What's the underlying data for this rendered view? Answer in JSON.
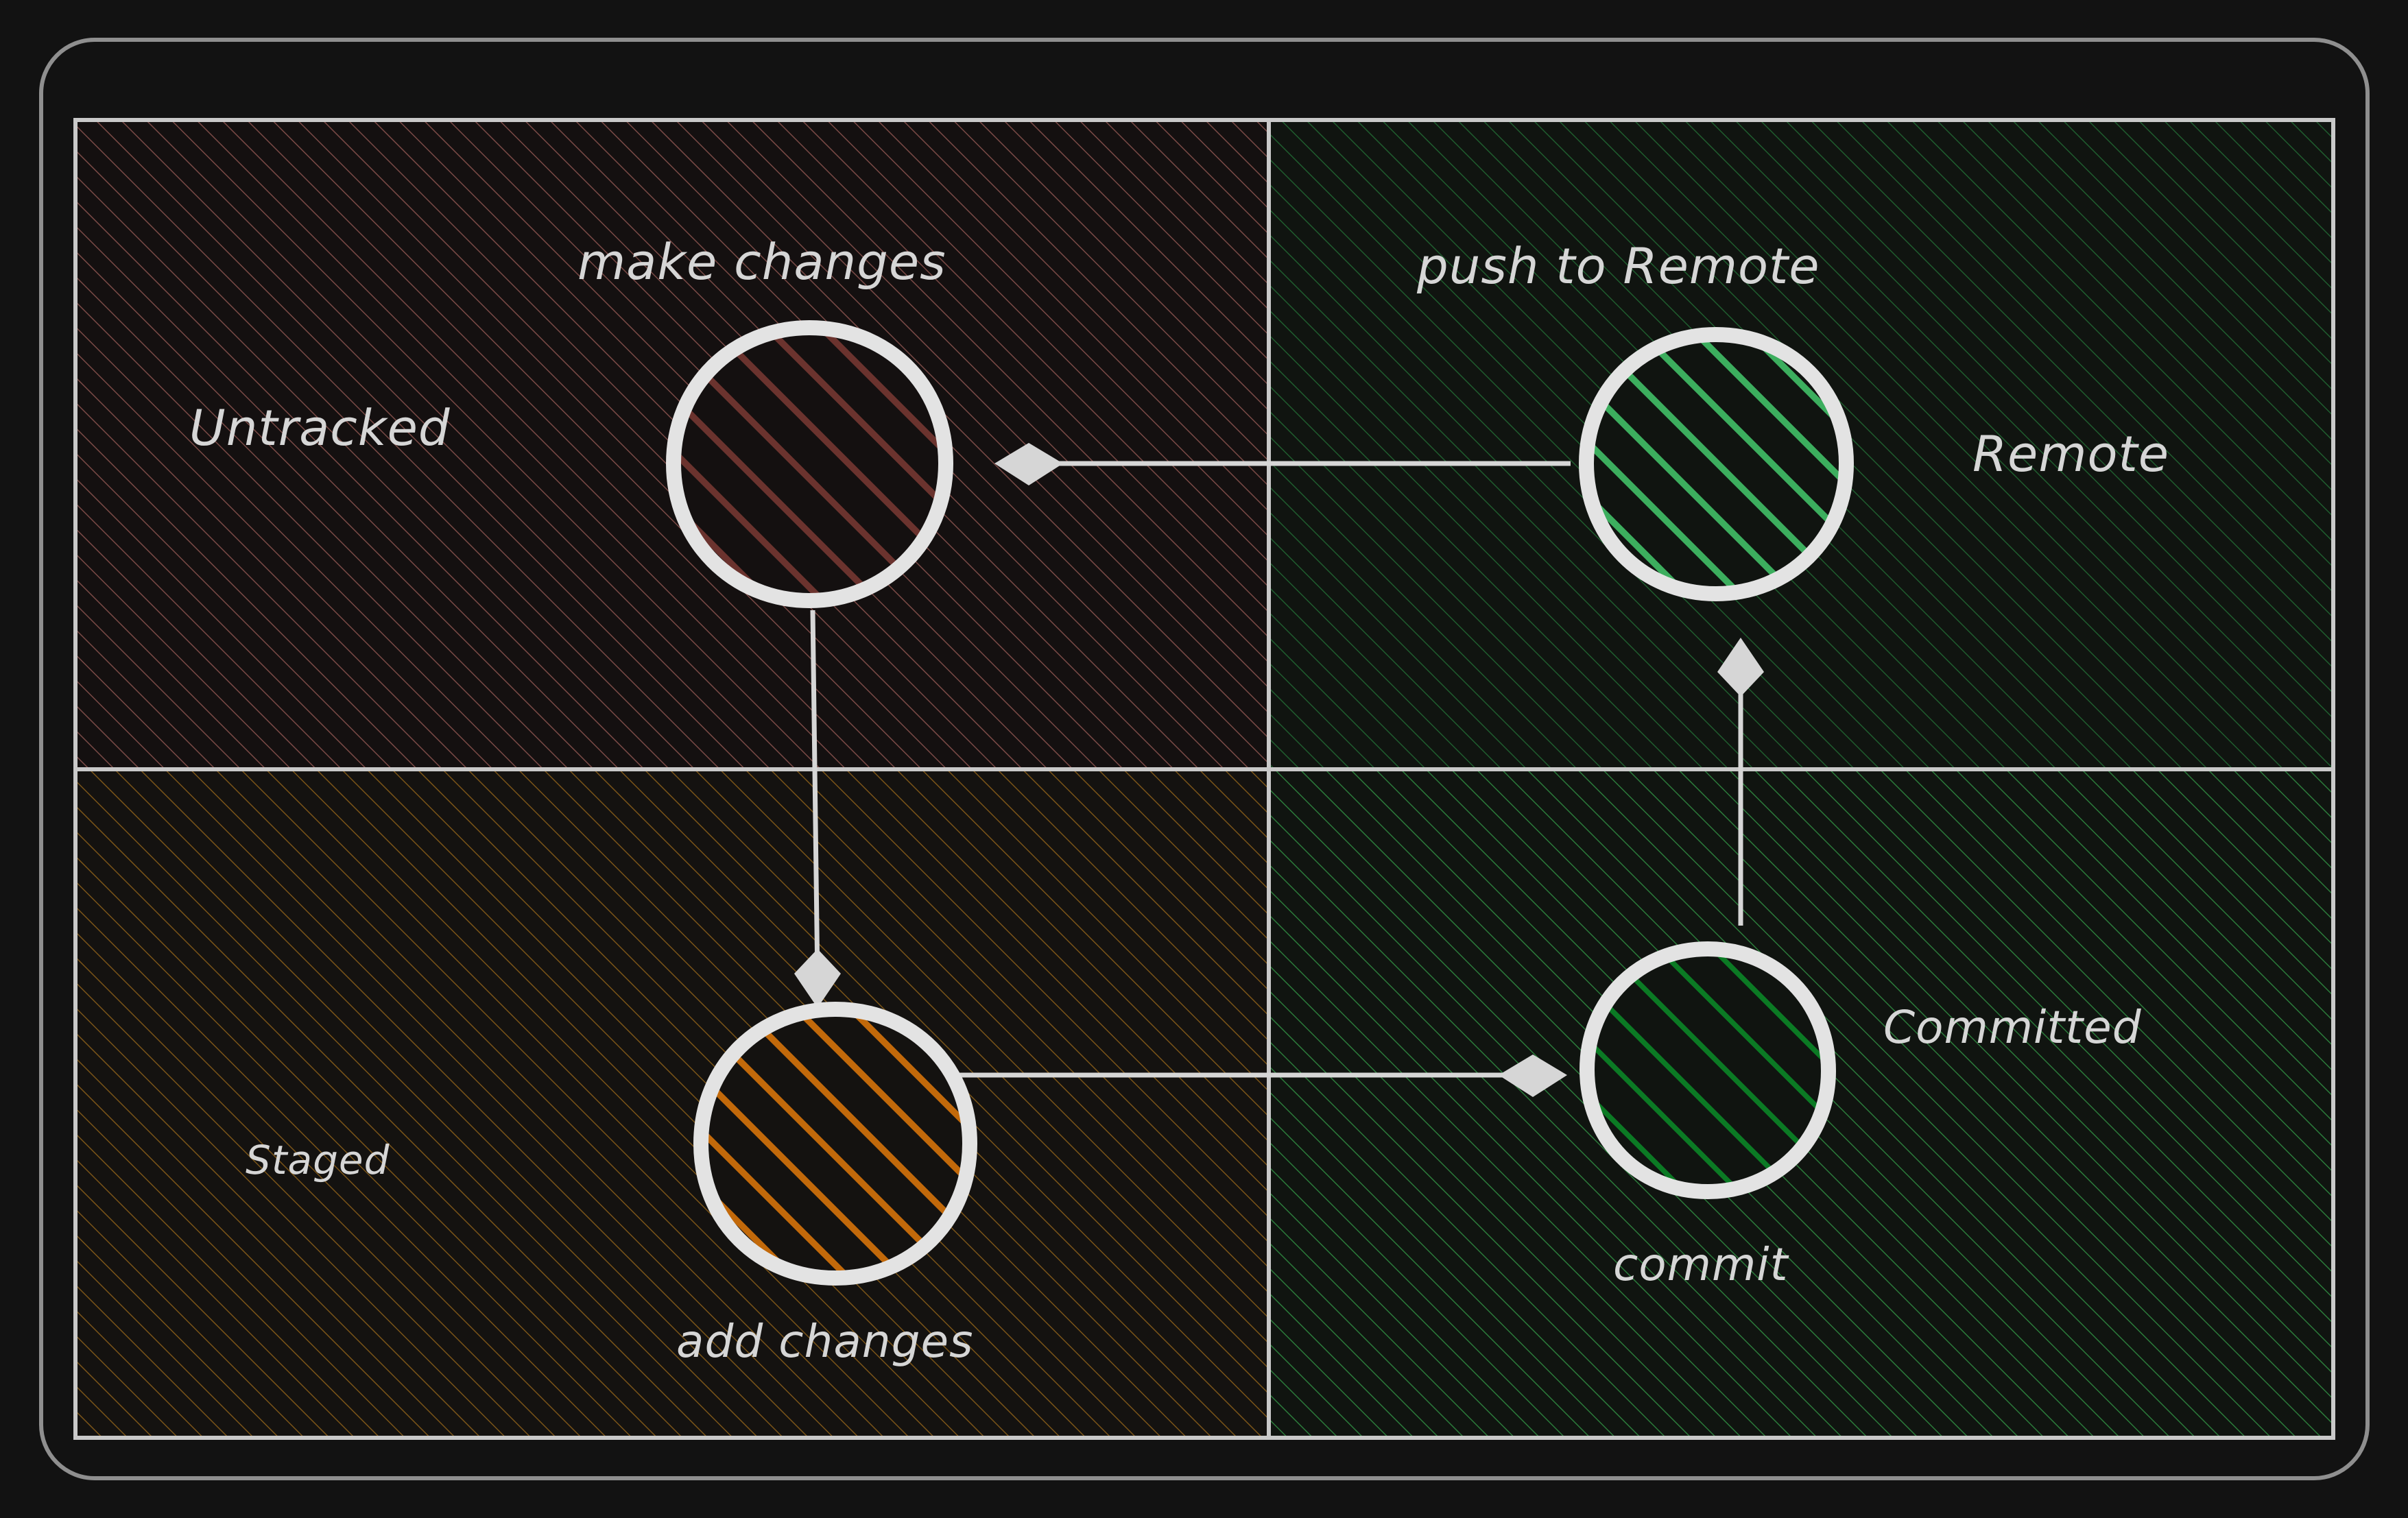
{
  "diagram": {
    "title": "Git file lifecycle quadrant diagram",
    "background_color": "#121212",
    "frame_color": "#9a9a9a",
    "grid_line_color": "#c9c9c9",
    "text_color": "#d6d6d6",
    "edge_color": "#d6d6d6"
  },
  "quadrants": [
    {
      "id": "untracked",
      "label": "Untracked",
      "position": "top-left",
      "hatch_color": "#7a4a46",
      "fill_color": "#171313"
    },
    {
      "id": "remote",
      "label": "Remote",
      "position": "top-right",
      "hatch_color": "#1f5c2e",
      "fill_color": "#111711"
    },
    {
      "id": "staged",
      "label": "Staged",
      "position": "bottom-left",
      "hatch_color": "#7a5418",
      "fill_color": "#171411"
    },
    {
      "id": "committed",
      "label": "Committed",
      "position": "bottom-right",
      "hatch_color": "#2b7a3a",
      "fill_color": "#111711"
    }
  ],
  "nodes": [
    {
      "id": "untracked-node",
      "quadrant": "untracked",
      "stroke_color": "#e3e3e3",
      "hatch_color": "#6b332e"
    },
    {
      "id": "remote-node",
      "quadrant": "remote",
      "stroke_color": "#e3e3e3",
      "hatch_color": "#3cae5e"
    },
    {
      "id": "staged-node",
      "quadrant": "staged",
      "stroke_color": "#e3e3e3",
      "hatch_color": "#c2690a"
    },
    {
      "id": "committed-node",
      "quadrant": "committed",
      "stroke_color": "#e3e3e3",
      "hatch_color": "#0b7a24"
    }
  ],
  "edges": [
    {
      "id": "edge-make-changes",
      "label": "make changes",
      "from": "untracked-node",
      "to": "staged-node",
      "direction": "down",
      "marker": "diamond"
    },
    {
      "id": "edge-add-changes",
      "label": "add changes",
      "from": "staged-node",
      "to": "committed-node",
      "direction": "right",
      "marker": "diamond"
    },
    {
      "id": "edge-commit",
      "label": "commit",
      "from": "committed-node",
      "to": "remote-node",
      "direction": "up",
      "marker": "diamond"
    },
    {
      "id": "edge-push-to-remote",
      "label": "push to Remote",
      "from": "remote-node",
      "to": "untracked-node",
      "direction": "left",
      "marker": "diamond"
    }
  ],
  "labels": {
    "make_changes": "make changes",
    "push_to_remote": "push to Remote",
    "untracked": "Untracked",
    "remote": "Remote",
    "staged": "Staged",
    "add_changes": "add changes",
    "commit": "commit",
    "committed": "Committed"
  }
}
